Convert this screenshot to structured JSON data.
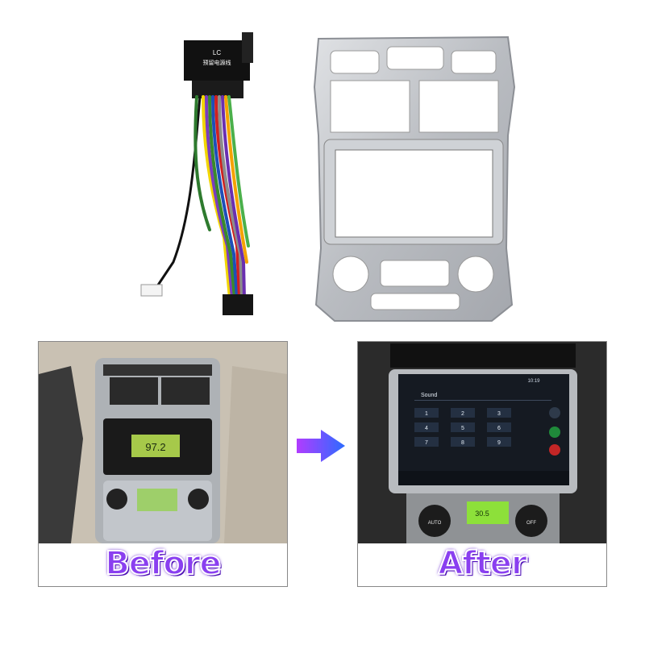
{
  "harness": {
    "label_line1": "LC",
    "label_line2": "预留电源线"
  },
  "before": {
    "caption": "Before",
    "radio_display": "97.2"
  },
  "after": {
    "caption": "After",
    "screen_status": "10:19",
    "screen_title": "Sound",
    "climate_display": "30.5",
    "keypad": [
      "1",
      "2",
      "3",
      "4",
      "5",
      "6",
      "7",
      "8",
      "9"
    ],
    "knob_left": "AUTO",
    "knob_right": "OFF"
  },
  "colors": {
    "caption": "#8a3ff0",
    "arrow_start": "#b13cff",
    "arrow_end": "#2c6cff",
    "frame_silver": "#c4c7cc"
  }
}
